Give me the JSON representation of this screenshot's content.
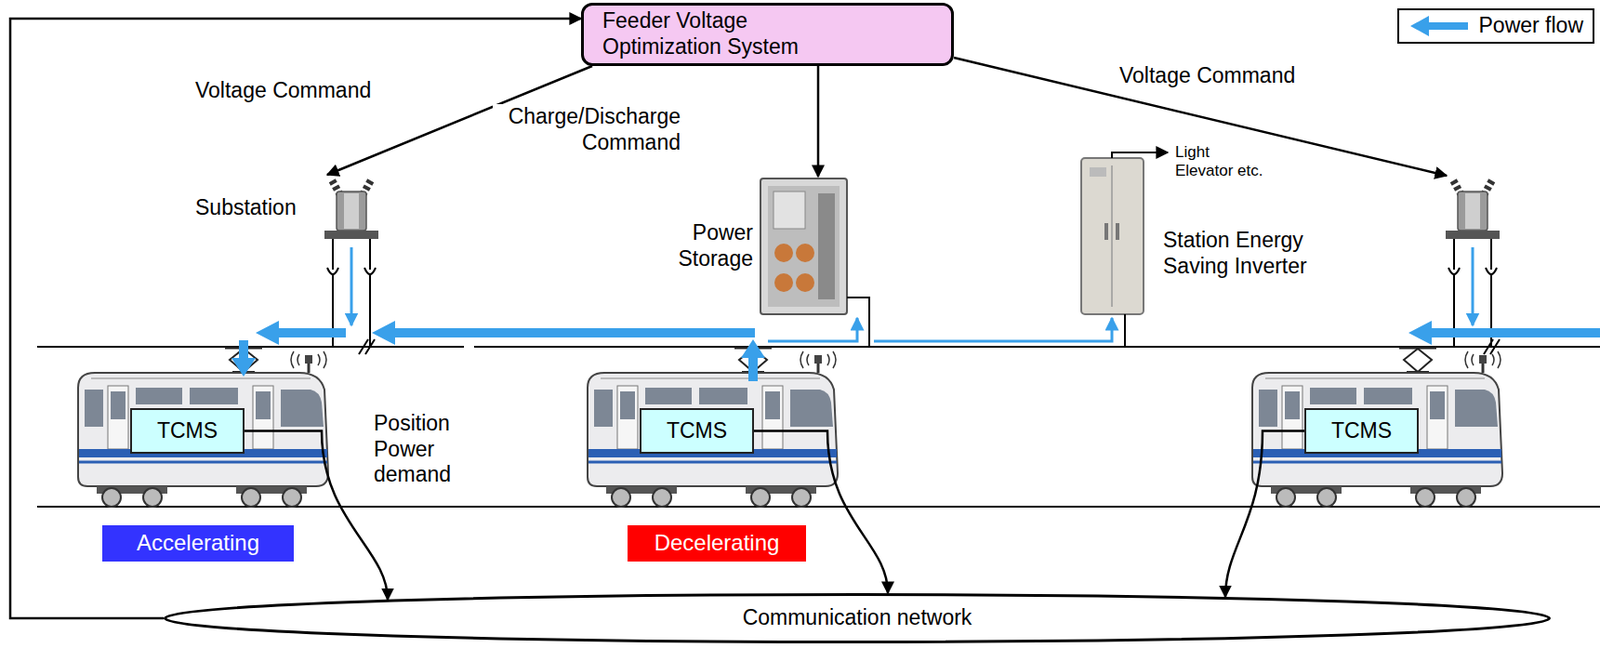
{
  "diagram": {
    "nodes": [
      {
        "text": [
          "Feeder Voltage Optimization System"
        ]
      },
      {
        "text": [
          "Substation"
        ]
      },
      {
        "text": [
          "Power Storage"
        ]
      },
      {
        "text": [
          "Station Energy Saving Inverter"
        ]
      },
      {
        "text": [
          "TCMS"
        ]
      },
      {
        "text": [
          "Accelerating"
        ]
      },
      {
        "text": [
          "TCMS"
        ]
      },
      {
        "text": [
          "Decelerating"
        ]
      },
      {
        "text": [
          "TCMS"
        ]
      },
      {
        "text": [
          "Communication network"
        ]
      }
    ],
    "edges": [
      {
        "from": 0,
        "to": 1,
        "label": "Voltage Command",
        "arrow": "to"
      },
      {
        "from": 0,
        "to": 2,
        "label": "Charge/Discharge Command",
        "arrow": "to"
      },
      {
        "from": 9,
        "to": 0,
        "arrow": "to"
      },
      {
        "from": 4,
        "to": 9,
        "arrow": "to"
      },
      {
        "from": 6,
        "to": 9,
        "arrow": "to"
      },
      {
        "from": 8,
        "to": 9,
        "arrow": "to"
      }
    ],
    "labels": [
      "Voltage Command",
      "Light Elevator etc.",
      "Position Power demand"
    ],
    "legend": [
      {
        "text": "Power flow"
      }
    ]
  }
}
